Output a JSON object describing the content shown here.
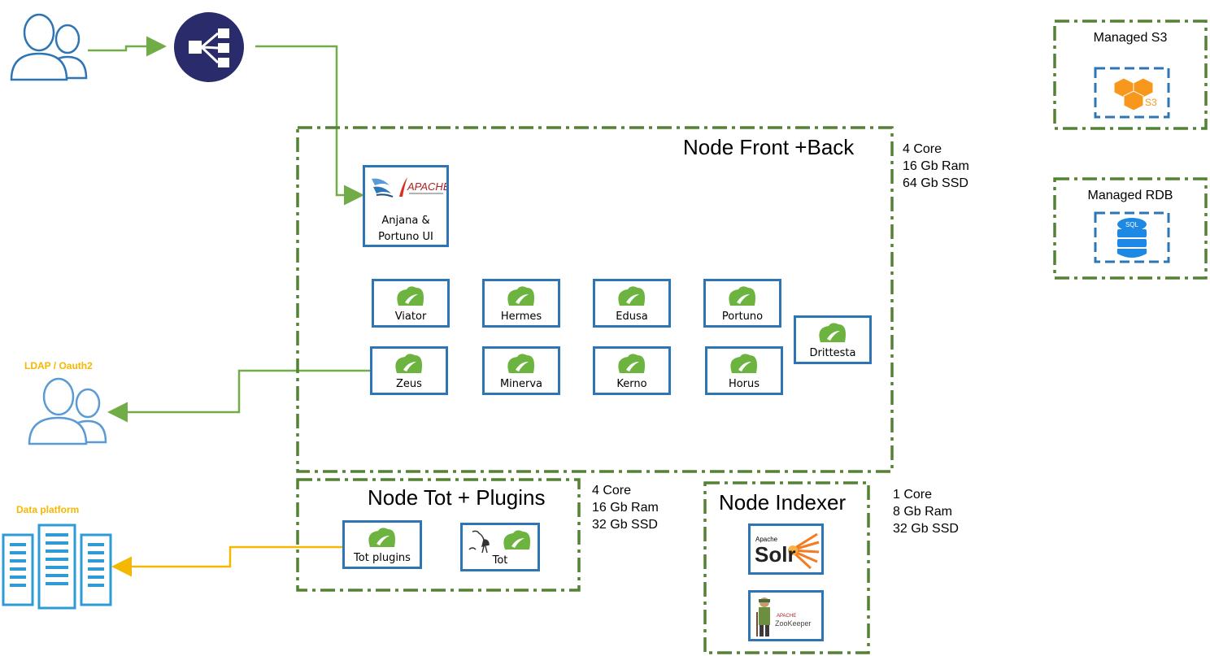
{
  "colors": {
    "green": "#70ad47",
    "blue": "#2e75b6",
    "navy": "#2a2b6b",
    "yellow": "#f5b800",
    "dashed_green": "#548235"
  },
  "nodes": {
    "front_back": {
      "title": "Node Front +Back",
      "spec": [
        "4 Core",
        "16 Gb Ram",
        "64 Gb SSD"
      ]
    },
    "tot_plugins": {
      "title": "Node Tot + Plugins",
      "spec": [
        "4 Core",
        "16 Gb Ram",
        "32 Gb SSD"
      ]
    },
    "indexer": {
      "title": "Node Indexer",
      "spec": [
        "1 Core",
        "8 Gb Ram",
        "32 Gb SSD"
      ]
    }
  },
  "managed": {
    "s3": {
      "title": "Managed S3",
      "badge": "S3"
    },
    "rdb": {
      "title": "Managed RDB",
      "badge": "SQL"
    }
  },
  "ui_box": {
    "label_line1": "Anjana &",
    "label_line2": "Portuno UI",
    "logo_text": "APACHE"
  },
  "services": {
    "viator": "Viator",
    "hermes": "Hermes",
    "edusa": "Edusa",
    "portuno": "Portuno",
    "drittesta": "Drittesta",
    "zeus": "Zeus",
    "minerva": "Minerva",
    "kerno": "Kerno",
    "horus": "Horus",
    "tot_plugins": "Tot plugins",
    "tot": "Tot"
  },
  "external": {
    "ldap": "LDAP / Oauth2",
    "data_platform": "Data platform"
  },
  "indexer_logos": {
    "solr_small": "Apache",
    "solr": "Solr",
    "zk_small": "APACHE",
    "zk": "ZooKeeper"
  }
}
